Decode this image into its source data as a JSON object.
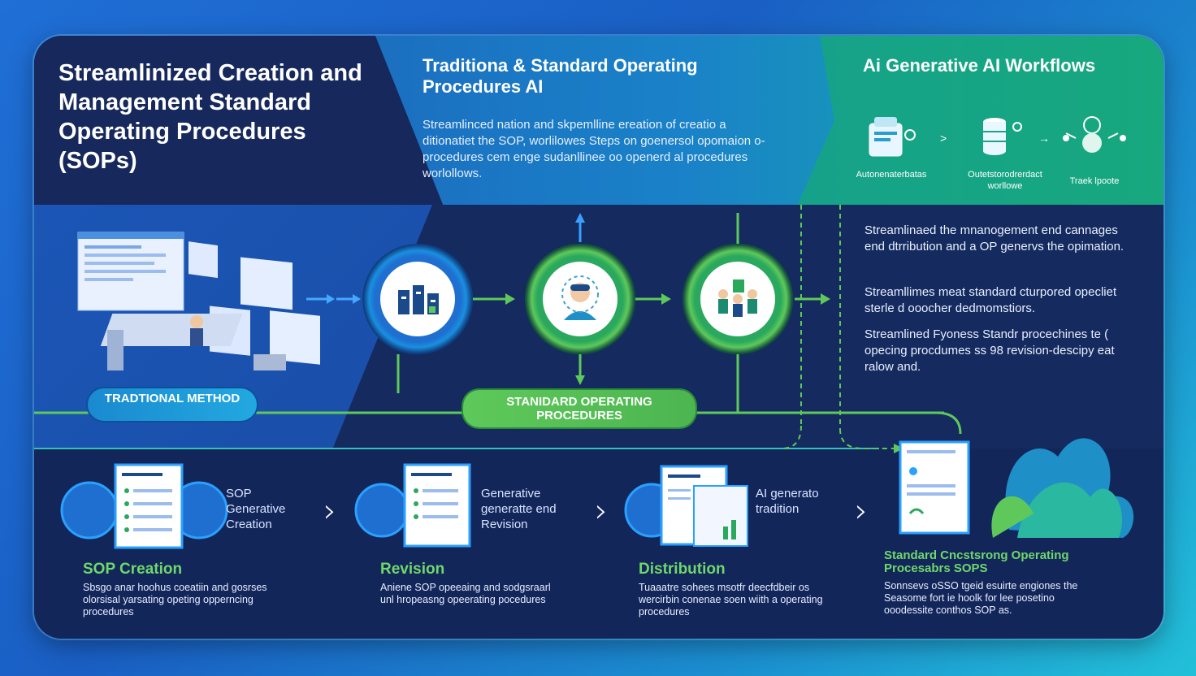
{
  "header": {
    "main_title": "Streamlinized Creation and Management Standard Operating Procedures (SOPs)",
    "mid_title": "Traditiona & Standard Operating Procedures AI",
    "mid_body": "Streamlinced nation and skpemlline ereation of creatio a ditionatiet the SOP, worlilowes Steps on goenersol opomaion o-procedures cem enge sudanllinee oo openerd al procedures worlollows.",
    "right_title": "Ai Generative AI Workflows",
    "workflow_labels": [
      "Autonenaterbatas",
      "Outetstorodrerdact worllowe",
      "Traek lpoote"
    ]
  },
  "flow": {
    "traditional_label": "TRADTIONAL METHOD",
    "sop_label": "STANIDARD OPERATING PROCEDURES"
  },
  "right_notes": [
    "Streamlinaed the mnanogement end cannages end dtrribution and a OP genervs the opimation.",
    "Streamllimes meat standard cturpored opecliet sterle d ooocher dedmomstiors.",
    "Streamlined Fyoness Standr procechines te ( opecing procdumes ss 98 revision-descipy eat ralow and."
  ],
  "steps": [
    {
      "side": "SOP Generative Creation",
      "title": "SOP Creation",
      "desc": "Sbsgo anar hoohus coeatiin and gosrses olorsisal yarsating opeting opperncing procedures"
    },
    {
      "side": "Generative generatte end Revision",
      "title": "Revision",
      "desc": "Aniene SOP opeeaing and sodgsraarl unl hropeasng opeerating pocedures"
    },
    {
      "side": "AI generato tradition",
      "title": "Distribution",
      "desc": "Tuaaatre sohees msotfr deecfdbeir os wercirbin conenae soen wiith a operating procedures"
    },
    {
      "side": "",
      "title": "Standard Cncstsrong Operating Procesabrs SOPS",
      "desc": "Sonnsevs oSSO tgeid esuirte engiones the Seasome fort ie hoolk for lee posetino ooodessite conthos SOP as."
    }
  ],
  "colors": {
    "green": "#5ec95a",
    "blue_pill": "#1c8fd0",
    "title_green": "#6fd86a"
  }
}
